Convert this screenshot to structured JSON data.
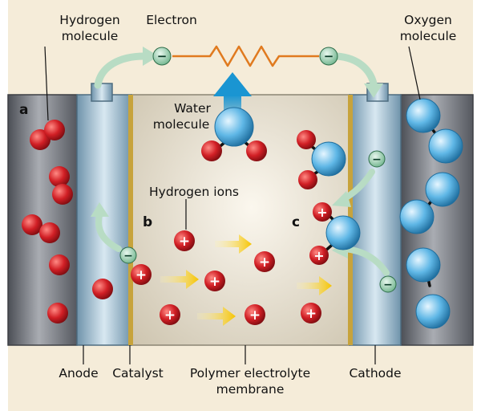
{
  "labels": {
    "hydrogen_molecule": [
      "Hydrogen",
      "molecule"
    ],
    "electron": "Electron",
    "oxygen_molecule": [
      "Oxygen",
      "molecule"
    ],
    "water_molecule": [
      "Water",
      "molecule"
    ],
    "hydrogen_ions": "Hydrogen ions",
    "anode": "Anode",
    "catalyst": "Catalyst",
    "membrane": [
      "Polymer electrolyte",
      "membrane"
    ],
    "cathode": "Cathode"
  },
  "panel_tags": {
    "a": "a",
    "b": "b",
    "c": "c"
  },
  "signs": {
    "plus": "+",
    "minus": "−"
  },
  "colors": {
    "background": "#f5ecd9",
    "electrode": "#6c6f76",
    "catalyst": "#9fbdd0",
    "membrane": "#e7e0cf",
    "hydrogen": "#d11f25",
    "oxygen": "#5fb7e6",
    "electron": "#a6dcbc",
    "wire": "#e07a1f",
    "ion_arrow": "#f6c400",
    "water_arrow": "#1a95d2",
    "curved_arrow": "#b8dcc4"
  }
}
